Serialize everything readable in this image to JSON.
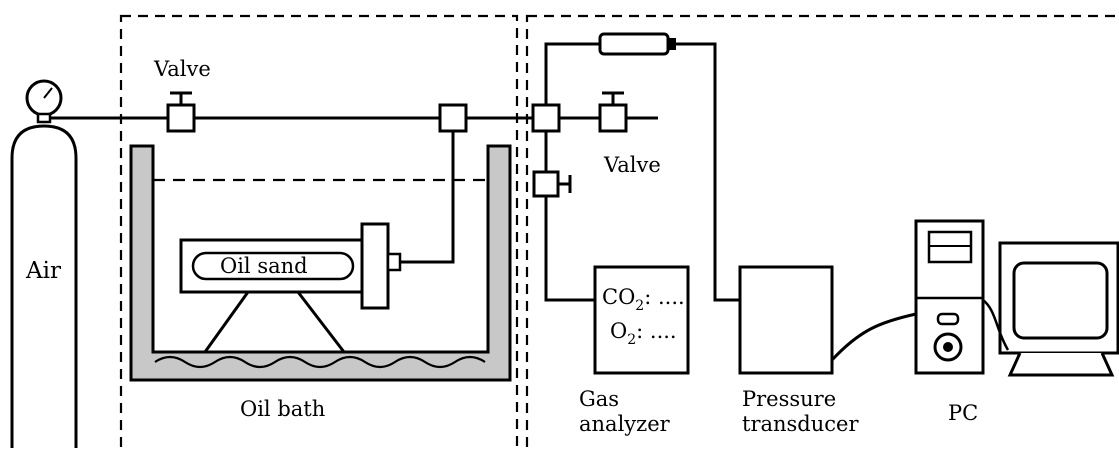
{
  "labels": {
    "valve_left": "Valve",
    "valve_right": "Valve",
    "air": "Air",
    "oil_sand": "Oil sand",
    "oil_bath": "Oil bath",
    "gas_analyzer_line1": "Gas",
    "gas_analyzer_line2": "analyzer",
    "pressure_line1": "Pressure",
    "pressure_line2": "transducer",
    "pc": "PC"
  },
  "analyzer_readout": {
    "co2_base": "CO",
    "co2_sub": "2",
    "co2_value": ": ....",
    "o2_base": "O",
    "o2_sub": "2",
    "o2_value": ": ...."
  },
  "colors": {
    "line": "#000000",
    "bath_wall": "#999999",
    "bath_fill": "#d0d0d0"
  },
  "icons": [
    "pressure-gauge-icon",
    "valve-icon",
    "monitor-icon",
    "computer-tower-icon"
  ]
}
